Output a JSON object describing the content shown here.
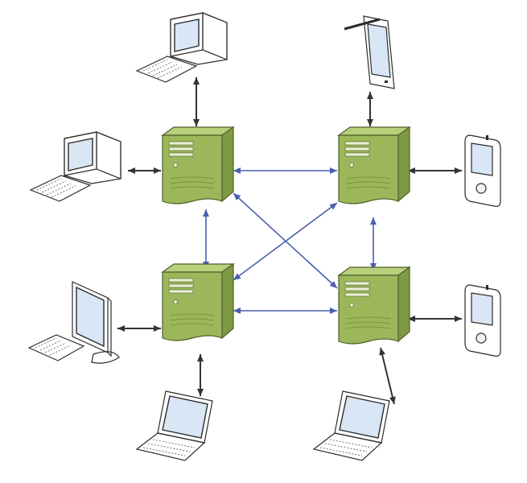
{
  "diagram": {
    "type": "network-topology",
    "colors": {
      "server_link": "#4a5fae",
      "client_link": "#333333",
      "server_front": "#9bb75a",
      "server_side": "#7f9a44",
      "server_top": "#b9cf7c",
      "device_shell": "#f2f2f2",
      "screen": "#d8e6f5",
      "ink": "#2b2b2b"
    },
    "nodes": [
      {
        "id": "server-top-left",
        "kind": "server",
        "icon": "tower-server-icon"
      },
      {
        "id": "server-top-right",
        "kind": "server",
        "icon": "tower-server-icon"
      },
      {
        "id": "server-bottom-left",
        "kind": "server",
        "icon": "tower-server-icon"
      },
      {
        "id": "server-bottom-right",
        "kind": "server",
        "icon": "tower-server-icon"
      },
      {
        "id": "desktop-top",
        "kind": "desktop",
        "icon": "desktop-computer-icon"
      },
      {
        "id": "desktop-left",
        "kind": "desktop",
        "icon": "desktop-computer-icon"
      },
      {
        "id": "monitor-bottom-left",
        "kind": "monitor",
        "icon": "lcd-monitor-icon"
      },
      {
        "id": "laptop-bottom-left",
        "kind": "laptop",
        "icon": "laptop-icon"
      },
      {
        "id": "laptop-bottom-right",
        "kind": "laptop",
        "icon": "laptop-icon"
      },
      {
        "id": "tablet-top-right",
        "kind": "tablet",
        "icon": "tablet-stylus-icon"
      },
      {
        "id": "pda-right-top",
        "kind": "pda",
        "icon": "pda-icon"
      },
      {
        "id": "pda-right-bottom",
        "kind": "pda",
        "icon": "pda-icon"
      }
    ],
    "links": [
      {
        "from": "server-top-left",
        "to": "server-top-right",
        "type": "server"
      },
      {
        "from": "server-top-left",
        "to": "server-bottom-left",
        "type": "server"
      },
      {
        "from": "server-top-right",
        "to": "server-bottom-right",
        "type": "server"
      },
      {
        "from": "server-bottom-left",
        "to": "server-bottom-right",
        "type": "server"
      },
      {
        "from": "server-top-left",
        "to": "server-bottom-right",
        "type": "server"
      },
      {
        "from": "server-top-right",
        "to": "server-bottom-left",
        "type": "server"
      },
      {
        "from": "desktop-top",
        "to": "server-top-left",
        "type": "client"
      },
      {
        "from": "desktop-left",
        "to": "server-top-left",
        "type": "client"
      },
      {
        "from": "monitor-bottom-left",
        "to": "server-bottom-left",
        "type": "client"
      },
      {
        "from": "laptop-bottom-left",
        "to": "server-bottom-left",
        "type": "client"
      },
      {
        "from": "tablet-top-right",
        "to": "server-top-right",
        "type": "client"
      },
      {
        "from": "pda-right-top",
        "to": "server-top-right",
        "type": "client"
      },
      {
        "from": "pda-right-bottom",
        "to": "server-bottom-right",
        "type": "client"
      },
      {
        "from": "laptop-bottom-right",
        "to": "server-bottom-right",
        "type": "client"
      }
    ]
  }
}
